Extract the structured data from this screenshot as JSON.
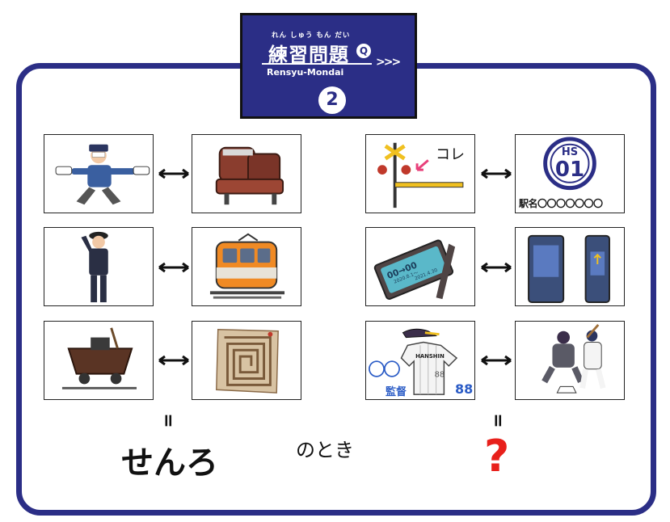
{
  "header": {
    "ruby": "れん しゅう もん だい",
    "title": "練習問題",
    "badge": "Q",
    "chevrons": ">>>",
    "romaji": "Rensyu-Mondai",
    "number": "2"
  },
  "left_pairs": [
    {
      "left_icon": "crossing-guard-illustration",
      "right_icon": "train-seat-illustration"
    },
    {
      "left_icon": "conductor-saluting-illustration",
      "right_icon": "orange-train-illustration"
    },
    {
      "left_icon": "mine-cart-illustration",
      "right_icon": "maze-map-illustration"
    }
  ],
  "right_pairs": [
    {
      "left_icon": "railroad-crossing-illustration",
      "left_text": "コレ",
      "right_icon": "station-number-sign"
    },
    {
      "left_icon": "commuter-pass-illustration",
      "left_text_1": "00→00",
      "left_text_2": "2020.8.1〜",
      "left_text_3": "2021.4.30",
      "right_icon": "ticket-gate-illustration"
    },
    {
      "left_icon": "baseball-uniform-illustration",
      "left_circles": "〇〇",
      "left_label": "監督",
      "left_number": "88",
      "right_icon": "baseball-batter-illustration"
    }
  ],
  "station_sign": {
    "line": "HS",
    "number": "01",
    "name": "駅名〇〇〇〇〇〇〇"
  },
  "uniform_text": "HANSHIN",
  "bottom": {
    "equals": "=",
    "answer": "せんろ",
    "connector": "のとき",
    "question": "?"
  },
  "colors": {
    "navy": "#2b2e86",
    "question_red": "#e8201b",
    "arrow_pink": "#e8407a"
  }
}
